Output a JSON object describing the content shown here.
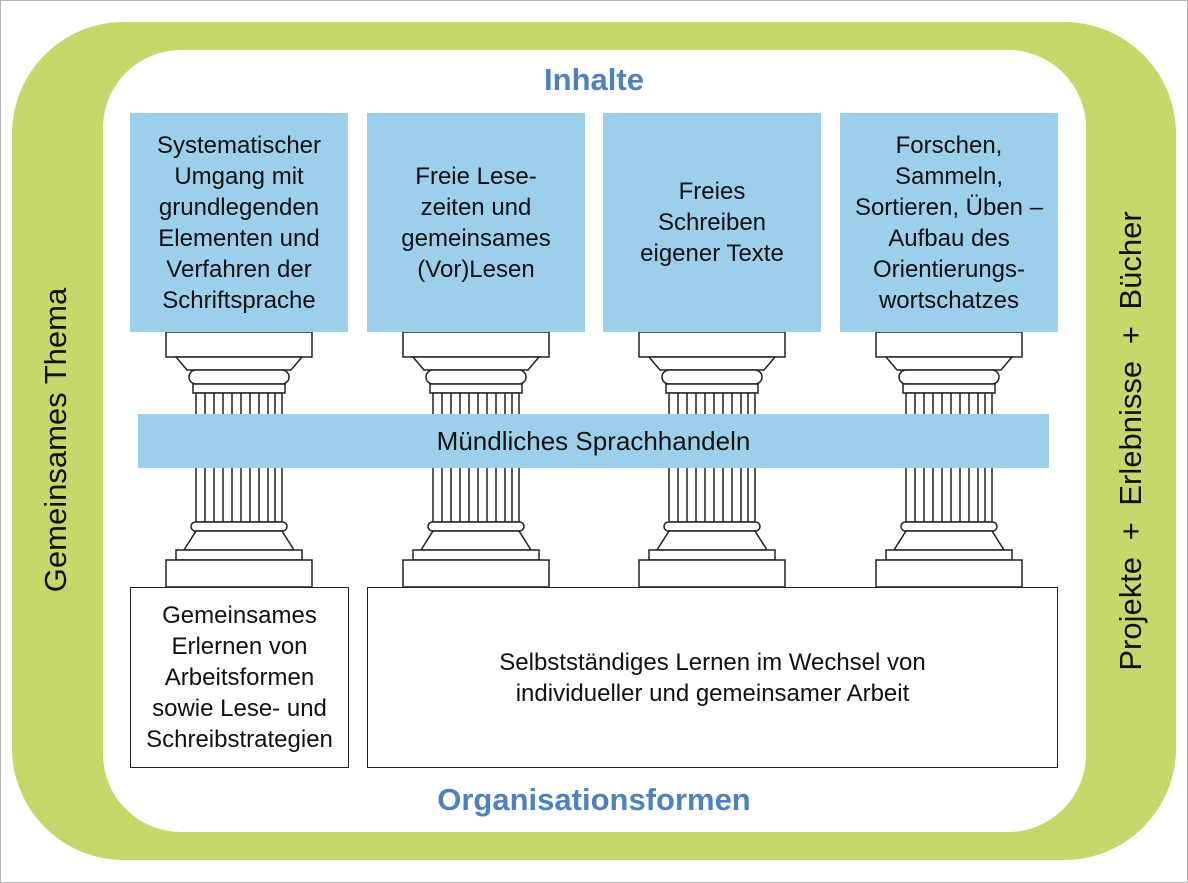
{
  "titles": {
    "top": "Inhalte",
    "bottom": "Organisationsformen"
  },
  "side_labels": {
    "left": "Gemeinsames Thema",
    "right": "Projekte + Erlebnisse + Bücher"
  },
  "content_boxes": [
    {
      "text": "Systematischer\nUmgang mit\ngrundlegenden\nElementen und\nVerfahren der\nSchriftsprache"
    },
    {
      "text": "Freie Lese-\nzeiten und\ngemeinsames\n(Vor)Lesen"
    },
    {
      "text": "Freies\nSchreiben\neigener Texte"
    },
    {
      "text": "Forschen,\nSammeln,\nSortieren, Üben –\nAufbau des\nOrientierungs-\nwortschatzes"
    }
  ],
  "band": {
    "text": "Mündliches Sprachhandeln"
  },
  "organisation_boxes": [
    {
      "text": "Gemeinsames\nErlernen von\nArbeitsformen\nsowie Lese- und\nSchreibstrategien"
    },
    {
      "text": "Selbstständiges Lernen im Wechsel von\nindividueller und gemeinsamer Arbeit"
    }
  ],
  "colors": {
    "frame_green": "#c4d86c",
    "box_blue": "#9ccfe9",
    "title_blue": "#4f81bd"
  }
}
